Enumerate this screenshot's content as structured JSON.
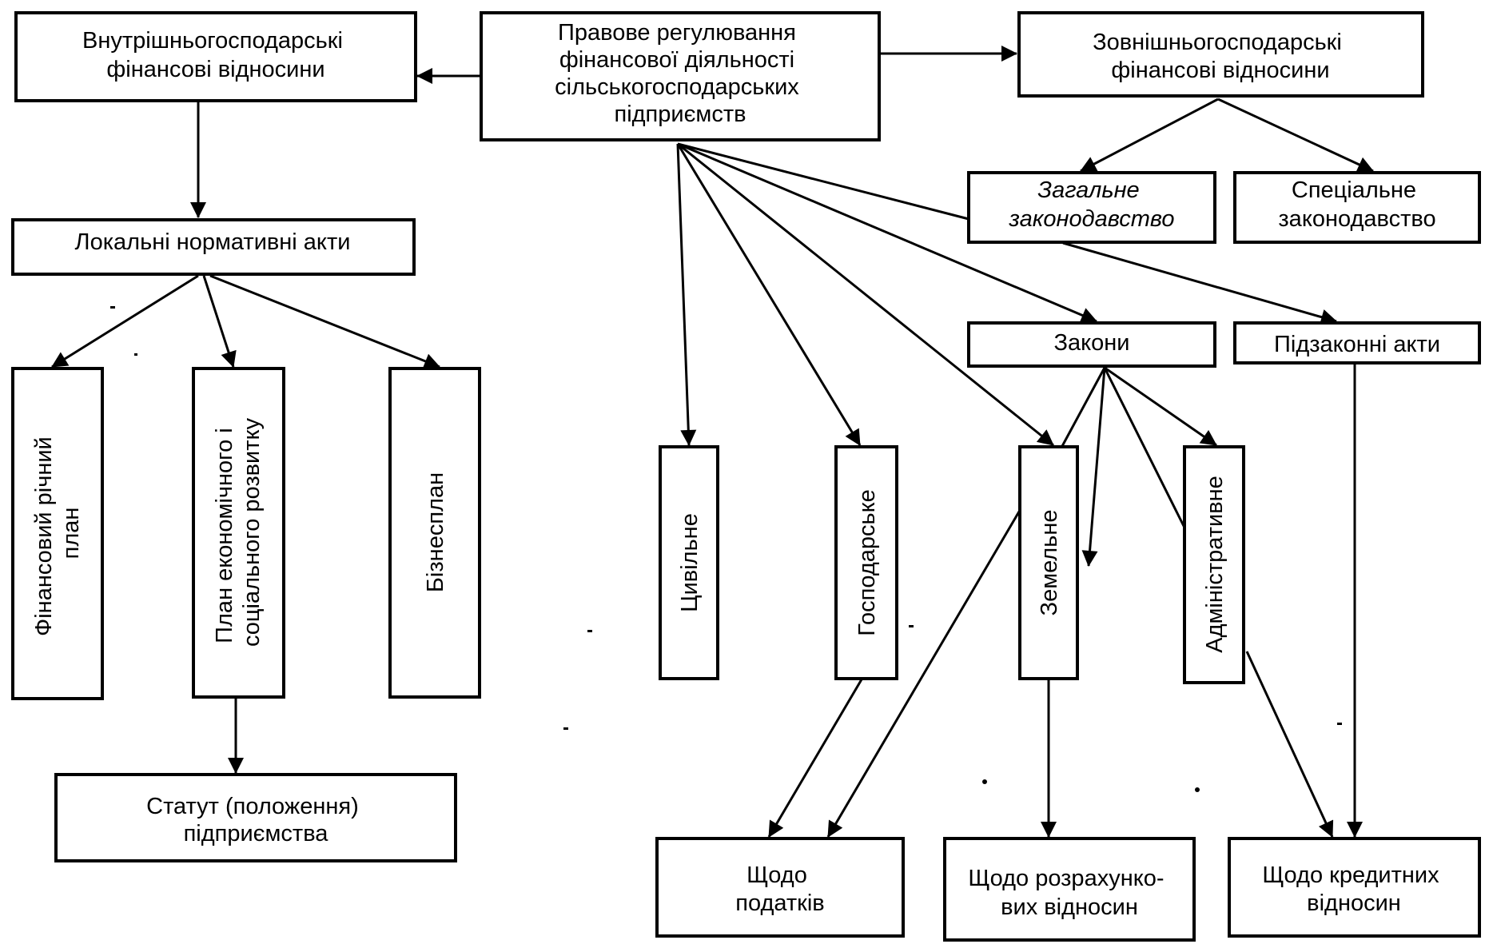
{
  "diagram": {
    "nodes": {
      "central": {
        "lines": [
          "Правове регулювання",
          "фінансової діяльності",
          "сільськогосподарських",
          "підприємств"
        ]
      },
      "internal": {
        "lines": [
          "Внутрішньогосподарські",
          "фінансові відносини"
        ]
      },
      "external": {
        "lines": [
          "Зовнішньогосподарські",
          "фінансові відносини"
        ]
      },
      "local_acts": {
        "lines": [
          "Локальні нормативні акти"
        ]
      },
      "general_law": {
        "lines": [
          "Загальне",
          "законодавство"
        ]
      },
      "special_law": {
        "lines": [
          "Спеціальне",
          "законодавство"
        ]
      },
      "laws": {
        "lines": [
          "Закони"
        ]
      },
      "bylaws": {
        "lines": [
          "Підзаконні акти"
        ]
      },
      "fin_plan": {
        "lines": [
          "Фінансовий річний",
          "план"
        ]
      },
      "econ_plan": {
        "lines": [
          "План економічного і",
          "соціального розвитку"
        ]
      },
      "business_plan": {
        "lines": [
          "Бізнесплан"
        ]
      },
      "charter": {
        "lines": [
          "Статут  (положення)",
          "підприємства"
        ]
      },
      "civil": {
        "lines": [
          "Цивільне"
        ]
      },
      "economic": {
        "lines": [
          "Господарське"
        ]
      },
      "land": {
        "lines": [
          "Земельне"
        ]
      },
      "admin": {
        "lines": [
          "Адміністративне"
        ]
      },
      "taxes": {
        "lines": [
          "Щодо",
          "податків"
        ]
      },
      "settlements": {
        "lines": [
          "Щодо розрахунко-",
          "вих відносин"
        ]
      },
      "credit": {
        "lines": [
          "Щодо кредитних",
          "відносин"
        ]
      }
    }
  }
}
